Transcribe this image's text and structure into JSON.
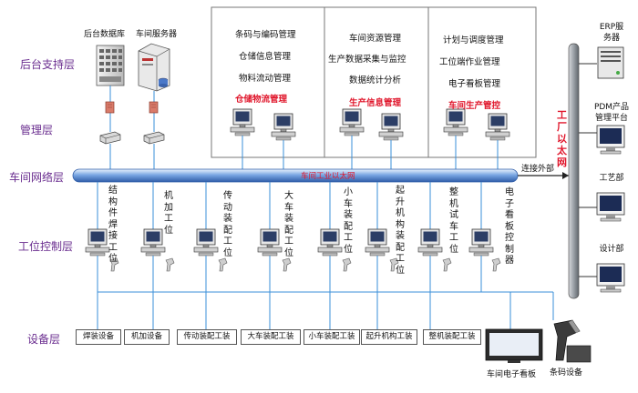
{
  "layers": {
    "backend": "后台支持层",
    "management": "管理层",
    "network": "车间网络层",
    "station": "工位控制层",
    "equipment": "设备层"
  },
  "servers": {
    "database": "后台数据库",
    "workshop": "车间服务器"
  },
  "modules": [
    {
      "lines": [
        "条码与编码管理",
        "仓储信息管理",
        "物料流动管理"
      ],
      "title": "仓储物流管理"
    },
    {
      "lines": [
        "车间资源管理",
        "生产数据采集与监控",
        "数据统计分析"
      ],
      "title": "生产信息管理"
    },
    {
      "lines": [
        "计划与调度管理",
        "工位端作业管理",
        "电子看板管理"
      ],
      "title": "车间生产管控"
    }
  ],
  "network": {
    "bus_label": "车间工业以太网",
    "external": "连接外部",
    "factory_net": "工厂以太网"
  },
  "stations": [
    "结构件焊接工位",
    "机加工位",
    "传动装配工位",
    "大车装配工位",
    "小车装配工位",
    "起升机构装配工位",
    "整机试车工位",
    "电子看板控制器"
  ],
  "equipment": [
    "焊装设备",
    "机加设备",
    "传动装配工装",
    "大车装配工装",
    "小车装配工装",
    "起升机构工装",
    "整机装配工装"
  ],
  "devices": {
    "kanban": "车间电子看板",
    "barcode": "条码设备"
  },
  "external_systems": [
    {
      "lines": [
        "ERP服",
        "务器"
      ]
    },
    {
      "lines": [
        "PDM产品",
        "管理平台"
      ]
    },
    {
      "lines": [
        "工艺部"
      ]
    },
    {
      "lines": [
        "设计部"
      ]
    }
  ],
  "colors": {
    "layer_label": "#6a2d8f",
    "highlight": "#e0162b",
    "bus": "#5b8fd6",
    "line": "#3a8fd8"
  }
}
